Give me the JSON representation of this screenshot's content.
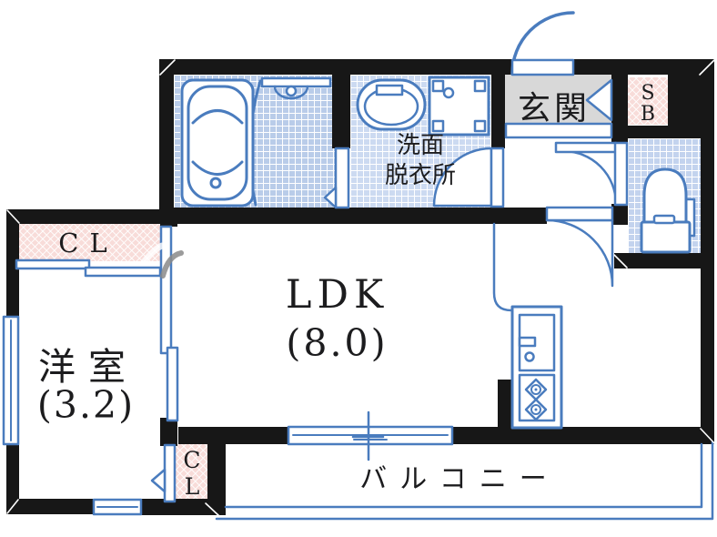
{
  "title": "apartment floor plan",
  "rooms": {
    "entrance": {
      "label": "玄関"
    },
    "shoebox": {
      "line1": "S",
      "line2": "B"
    },
    "washroom": {
      "line1": "洗面",
      "line2": "脱衣所"
    },
    "ldk": {
      "label": "LDK",
      "size": "(8.0)"
    },
    "western_room": {
      "label": "洋室",
      "size": "(3.2)"
    },
    "closet_upper": {
      "label": "CL"
    },
    "closet_lower": {
      "line1": "C",
      "line2": "L"
    },
    "balcony": {
      "label": "バルコニー"
    }
  },
  "colors": {
    "line_blue": "#4a7cbe",
    "wall_black": "#171717",
    "tile_bath": "#b9cce9",
    "tile_washroom": "#ccdaf1",
    "tile_toilet": "#c3d3ee",
    "closet_pink": "#f8dcd9",
    "entrance_gray": "#d8d8d8"
  }
}
